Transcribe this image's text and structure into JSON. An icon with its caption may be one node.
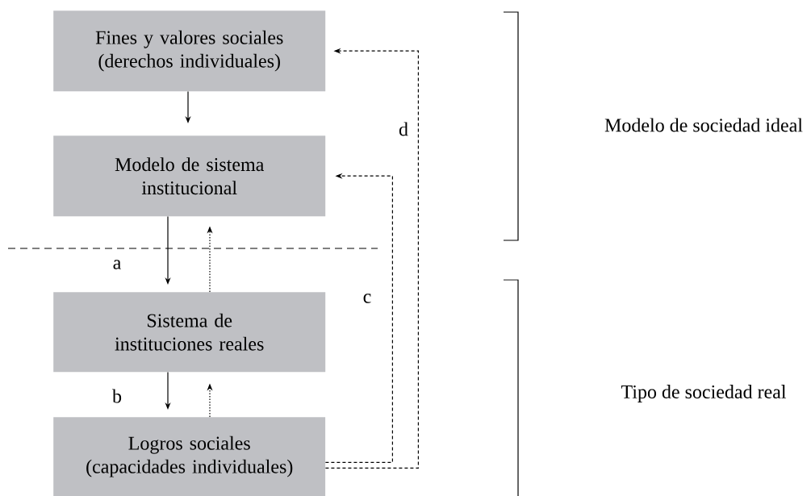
{
  "diagram": {
    "nodes": [
      {
        "text": [
          "Fines y valores sociales (derechos individuales)"
        ]
      },
      {
        "text": [
          "Modelo de sistema institucional"
        ]
      },
      {
        "text": [
          "Sistema de instituciones reales"
        ]
      },
      {
        "text": [
          "Logros sociales (capacidades individuales)"
        ]
      }
    ],
    "edges": [
      {
        "from": 0,
        "to": 1,
        "arrow": "to"
      },
      {
        "from": 1,
        "to": 2,
        "arrow": "to",
        "label": "a"
      },
      {
        "from": 2,
        "to": 1,
        "arrow": "to",
        "style": "dashed"
      },
      {
        "from": 2,
        "to": 3,
        "arrow": "to",
        "label": "b"
      },
      {
        "from": 3,
        "to": 2,
        "arrow": "to",
        "style": "dashed"
      },
      {
        "from": 3,
        "to": 1,
        "arrow": "to",
        "style": "dashed",
        "label": "c"
      },
      {
        "from": 3,
        "to": 0,
        "arrow": "to",
        "style": "dashed",
        "label": "d"
      }
    ],
    "labels": [
      "Modelo de sociedad ideal",
      "Tipo de sociedad real"
    ]
  }
}
